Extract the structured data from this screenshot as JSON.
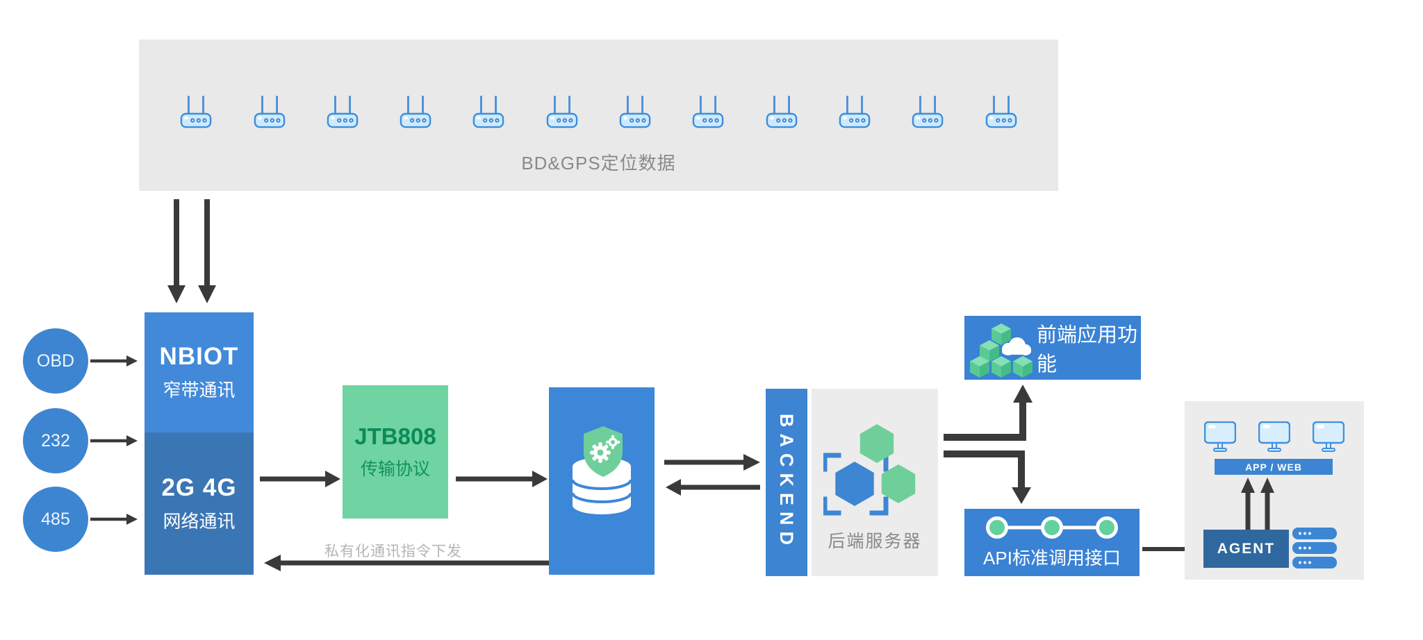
{
  "palette": {
    "primary_blue": "#3d85d2",
    "gateway_top_blue": "#4289da",
    "gateway_bottom_blue": "#3b76b4",
    "agent_deep_blue": "#2f689f",
    "mint_green": "#6fd3a2",
    "green_text": "#0d8a58",
    "panel_gray": "#e9e9e9",
    "arrow_dark": "#3a3a3a",
    "muted_text_gray": "#8a8a8a",
    "downlink_text_gray": "#b5b5b5"
  },
  "gps_panel": {
    "label": "BD&GPS定位数据",
    "router_count": 12
  },
  "inputs": [
    {
      "label": "OBD"
    },
    {
      "label": "232"
    },
    {
      "label": "485"
    }
  ],
  "gateway": {
    "nbiot_title": "NBIOT",
    "nbiot_subtitle": "窄带通讯",
    "cell_title": "2G 4G",
    "cell_subtitle": "网络通讯"
  },
  "protocol": {
    "title": "JTB808",
    "subtitle": "传输协议"
  },
  "downlink": {
    "label": "私有化通讯指令下发"
  },
  "backend": {
    "banner": "BACKEND",
    "label": "后端服务器"
  },
  "frontend": {
    "label": "前端应用功能"
  },
  "api": {
    "label": "API标准调用接口"
  },
  "client": {
    "bar_label": "APP / WEB",
    "agent_label": "AGENT"
  }
}
